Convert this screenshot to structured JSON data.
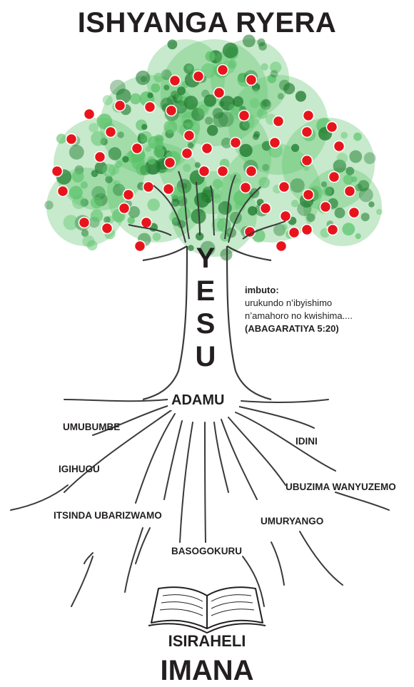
{
  "title": "ISHYANGA RYERA",
  "trunk_letters": [
    "Y",
    "E",
    "S",
    "U"
  ],
  "fruit_note": {
    "heading": "imbuto:",
    "line1": "urukundo n’ibyishimo",
    "line2": "n’amahoro no kwishima....",
    "reference": "(ABAGARATIYA 5:20)"
  },
  "base_label": "ADAMU",
  "roots": {
    "umubumbe": "UMUBUMBE",
    "igihugu": "IGIHUGU",
    "itsinda": "ITSINDA UBARIZWAMO",
    "basogokuru": "BASOGOKURU",
    "idini": "IDINI",
    "ubuzima": "UBUZIMA  WANYUZEMO",
    "umuryango": "UMURYANGO"
  },
  "foundation": {
    "isiraheli": "ISIRAHELI",
    "imana": "IMANA"
  },
  "colors": {
    "text": "#231f20",
    "foliage_dark": "#1f7a2e",
    "foliage_light": "#5cc36b",
    "fruit": "#e8141c",
    "lines": "#3a3a3a"
  }
}
